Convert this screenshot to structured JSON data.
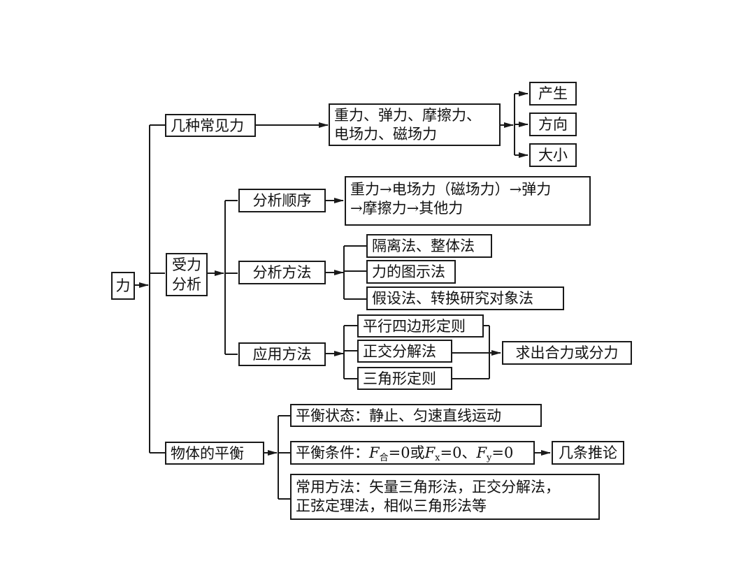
{
  "root": "力",
  "branches": {
    "common_forces": {
      "label": "几种常见力",
      "forces_line1": "重力、弹力、摩擦力、",
      "forces_line2": "电场力、磁场力",
      "aspects": [
        "产生",
        "方向",
        "大小"
      ]
    },
    "force_analysis": {
      "label_line1": "受力",
      "label_line2": "分析",
      "order": {
        "label": "分析顺序",
        "seq_line1": "重力→电场力（磁场力）→弹力",
        "seq_line2": "→摩擦力→其他力"
      },
      "methods": {
        "label": "分析方法",
        "items": [
          "隔离法、整体法",
          "力的图示法",
          "假设法、转换研究对象法"
        ]
      },
      "application": {
        "label": "应用方法",
        "items": [
          "平行四边形定则",
          "正交分解法",
          "三角形定则"
        ],
        "result": "求出合力或分力"
      }
    },
    "equilibrium": {
      "label": "物体的平衡",
      "state": "平衡状态：静止、匀速直线运动",
      "condition": {
        "prefix": "平衡条件：",
        "f": "F",
        "sub_total": "合",
        "mid": "=0或",
        "sub_x": "x",
        "sep": "=0、",
        "sub_y": "y",
        "end": "=0"
      },
      "inference": "几条推论",
      "methods_line1": "常用方法：矢量三角形法，正交分解法，",
      "methods_line2": "正弦定理法，相似三角形法等"
    }
  }
}
